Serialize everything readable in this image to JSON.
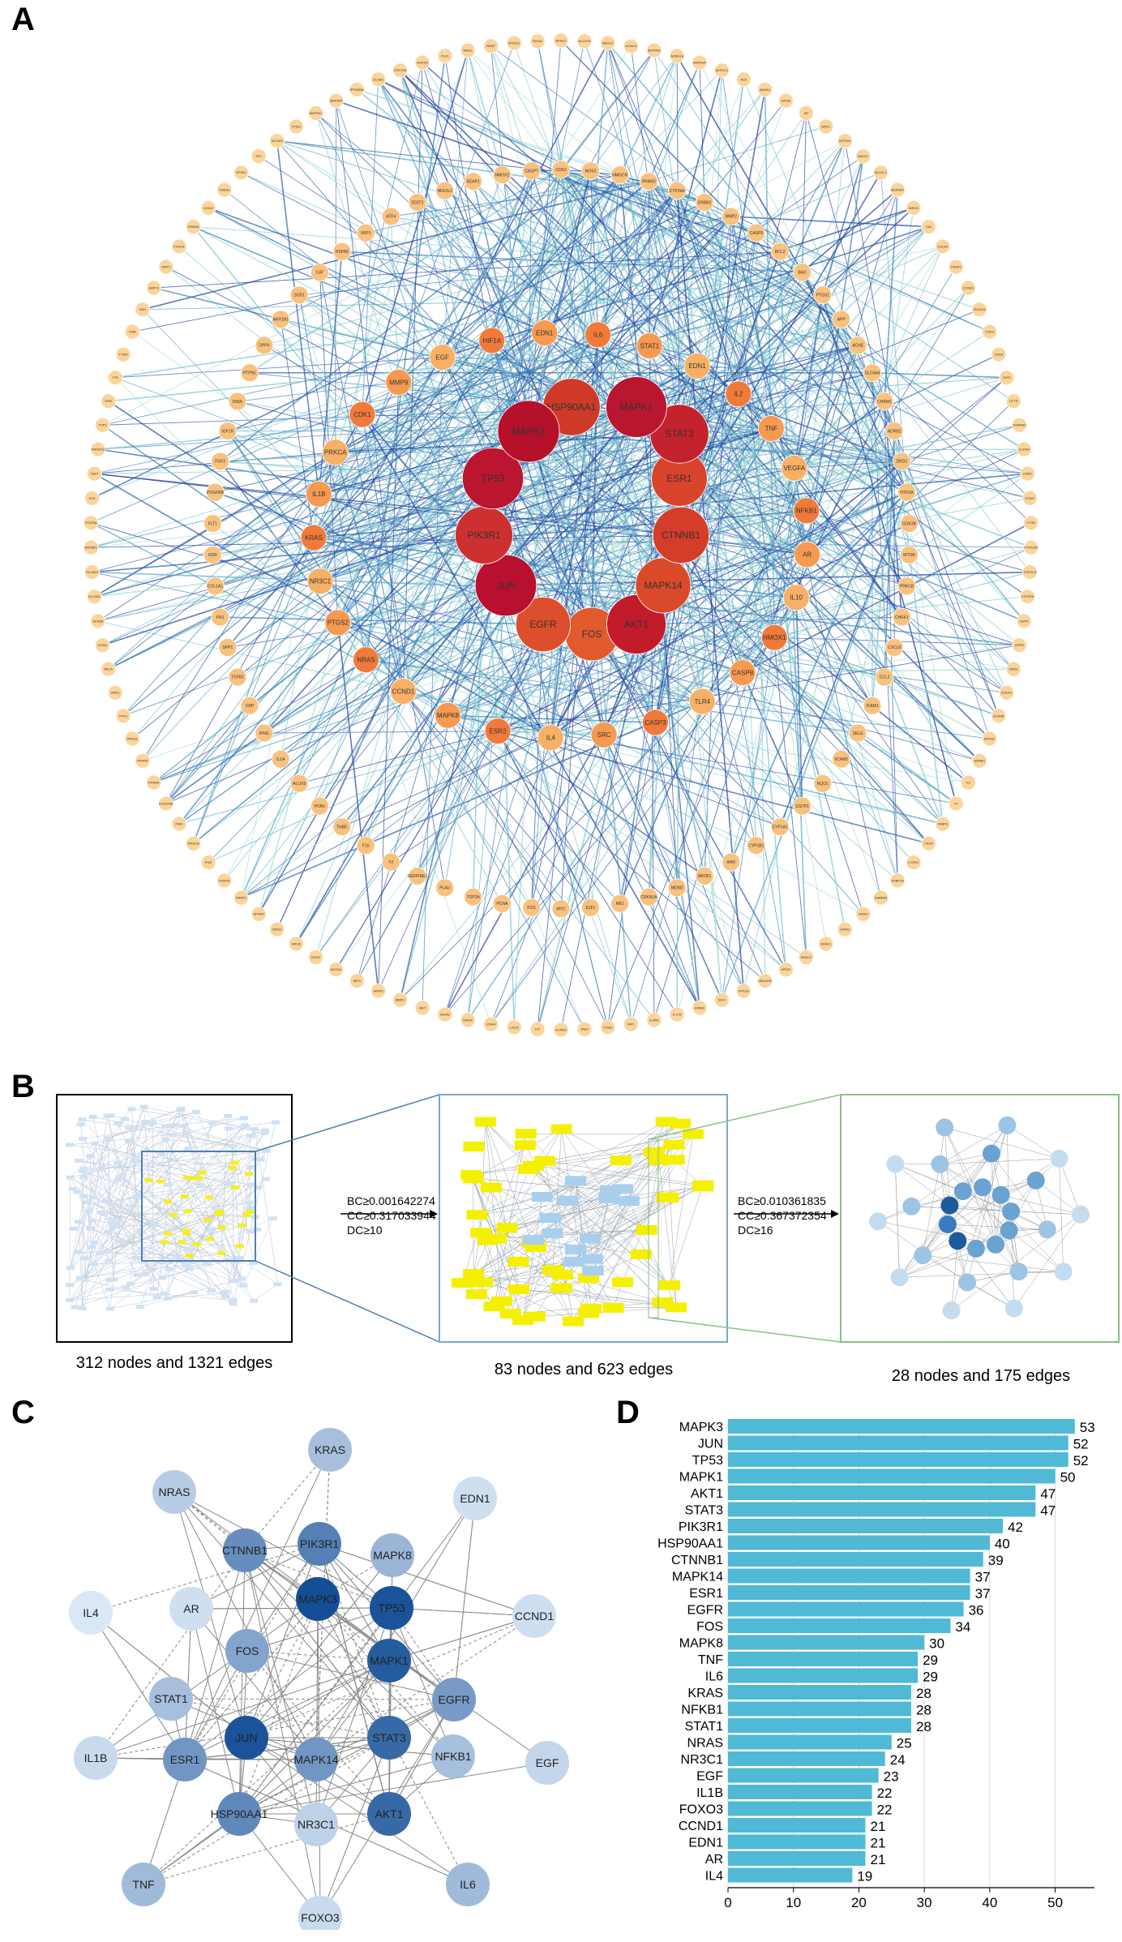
{
  "panels": {
    "a": {
      "letter": "A"
    },
    "b": {
      "letter": "B"
    },
    "c": {
      "letter": "C"
    },
    "d": {
      "letter": "D"
    }
  },
  "network_a": {
    "core_nodes": [
      {
        "label": "MAPK3",
        "level": 1.0,
        "color": "#b5112a"
      },
      {
        "label": "MAPK1",
        "level": 0.97,
        "color": "#b91630"
      },
      {
        "label": "HSP90AA1",
        "level": 0.85,
        "color": "#cf3a28"
      },
      {
        "label": "STAT3",
        "level": 0.9,
        "color": "#c4222c"
      },
      {
        "label": "TP53",
        "level": 0.98,
        "color": "#bb1530"
      },
      {
        "label": "ESR1",
        "level": 0.8,
        "color": "#d8442a"
      },
      {
        "label": "PIK3R1",
        "level": 0.86,
        "color": "#cc3030"
      },
      {
        "label": "CTNNB1",
        "level": 0.82,
        "color": "#d43d2a"
      },
      {
        "label": "JUN",
        "level": 0.99,
        "color": "#b8102e"
      },
      {
        "label": "MAPK14",
        "level": 0.78,
        "color": "#da4a2a"
      },
      {
        "label": "AKT1",
        "level": 0.92,
        "color": "#c21b2b"
      },
      {
        "label": "EGFR",
        "level": 0.76,
        "color": "#dc4e2c"
      },
      {
        "label": "FOS",
        "level": 0.72,
        "color": "#e05a2e"
      }
    ],
    "mid_nodes": [
      "IL6",
      "STAT1",
      "EDN1",
      "IL2",
      "TNF",
      "VEGFA",
      "NFKB1",
      "AR",
      "IL10",
      "HMOX1",
      "CASP8",
      "TLR4",
      "CASP3",
      "SRC",
      "IL4",
      "ESR2",
      "MAPK8",
      "CCND1",
      "NRAS",
      "PTGS2",
      "NR3C1",
      "KRAS",
      "IL1B",
      "PRKCA",
      "CDK1",
      "MMP9",
      "EGF",
      "HIF1A",
      "EDN1"
    ],
    "second_ring": [
      "CDK2",
      "NOS3",
      "HMGCR",
      "PPARG",
      "CYP3A4",
      "ERBB2",
      "MMP2",
      "CASP9",
      "BCL2",
      "BAX",
      "PTGS1",
      "APP",
      "ACHE",
      "SLC6A4",
      "CHRM1",
      "ADRB2",
      "DRD2",
      "HTR2A",
      "GSK3B",
      "MTOR",
      "PRKCB",
      "CHEK1",
      "CXCL8",
      "CCL2",
      "ICAM1",
      "SELE",
      "VCAM1",
      "NQO1",
      "GSTP1",
      "CYP1A1",
      "CYP1B1",
      "AHR",
      "ABCB1",
      "MDM2",
      "CDKN1A",
      "RB1",
      "E2F1",
      "MYC",
      "FOS",
      "PCNA",
      "TOP2A",
      "PLAU",
      "SERPINE1",
      "F2",
      "F10",
      "THBD",
      "PON1",
      "ALOX5",
      "IL1A",
      "IFNG",
      "CRP",
      "TGFB1",
      "SPP1",
      "FN1",
      "COL1A1",
      "KDR",
      "FLT1",
      "PDGFRB",
      "FGF2",
      "IGF1R",
      "INSR",
      "PTPN1",
      "DPP4",
      "AKR1B1",
      "SOD1",
      "CAT",
      "HSPA5",
      "XBP1",
      "ATF4",
      "DDIT3",
      "NFE2L2",
      "KEAP1",
      "HMOX2",
      "CASP7"
    ],
    "outer_ring": [
      "ADH1C",
      "ALOX15",
      "ABCG2",
      "ACACA",
      "ADORA1",
      "ADRA1A",
      "ADRA2A",
      "AKR1C1",
      "ALB",
      "ANXA1",
      "APOB",
      "AR",
      "ARG1",
      "ATP1A1",
      "BACE1",
      "BCL2L1",
      "BDKRB1",
      "BIRC5",
      "CA2",
      "CALM1",
      "CASP1",
      "CCNB1",
      "CD40LG",
      "CDK4",
      "CDK6",
      "CES1",
      "CFTR",
      "CHRNA7",
      "CLDN4",
      "CNR1",
      "COMT",
      "CTSD",
      "CYP19A1",
      "CYP2C9",
      "CYP2D6",
      "DHFR",
      "DPP8",
      "DRD1",
      "EGLN1",
      "ELANE",
      "EPHX2",
      "ERBB3",
      "F3",
      "F7",
      "FABP4",
      "FASN",
      "FGFR1",
      "FKBP1A",
      "GABRA1",
      "GRIA2",
      "GRIN1",
      "HDAC1",
      "HDAC2",
      "HPGD",
      "HSD11B1",
      "HTR1A",
      "IGF2",
      "IKBKB",
      "IL17A",
      "IL2RA",
      "IRF1",
      "ITGB1",
      "JAK2",
      "KCNH2",
      "KIT",
      "LDLR",
      "LTA4H",
      "MAOA",
      "MAOB",
      "MET",
      "MMP1",
      "MMP3",
      "MPO",
      "NCOA1",
      "NOS2",
      "NR1I2",
      "NR1I3",
      "OPRM1",
      "PARP1",
      "PDE4D",
      "PGR",
      "PIK3CA",
      "PIM1",
      "PLA2G4A",
      "PPARA",
      "PPARD",
      "PRSS1",
      "PTK2",
      "RAF1",
      "RELA",
      "RXRA",
      "SCN5A",
      "SLC2A1",
      "SLC6A3",
      "SRD5A1",
      "STAT5A",
      "SYK",
      "TERT",
      "TNFSF10",
      "TOP1",
      "TP63",
      "TTR",
      "TYMS",
      "VDR",
      "XDH",
      "ZAP70",
      "SIRT1",
      "FOXO1",
      "HSPA8",
      "CHUK",
      "CREB1",
      "EP300",
      "SP1",
      "NCOA3",
      "PTEN",
      "MAP2K1",
      "MAP3K5",
      "RPS6KB1",
      "CCNE1",
      "CDC25A",
      "AURKA",
      "PLK1",
      "WEE1",
      "BRAF",
      "ROCK1",
      "RHOA"
    ]
  },
  "flow_b": {
    "boxes": [
      {
        "caption": "312 nodes and 1321 edges"
      },
      {
        "caption": "83 nodes and 623 edges",
        "threshold_lines": [
          "BC≥0.001642274",
          "CC≥0.317033944",
          "DC≥10"
        ]
      },
      {
        "caption": "28 nodes and 175 edges",
        "threshold_lines": [
          "BC≥0.010361835",
          "CC≥0.367372354",
          "DC≥16"
        ]
      }
    ]
  },
  "network_c": {
    "nodes": [
      {
        "label": "KRAS",
        "degree": 28
      },
      {
        "label": "NRAS",
        "degree": 25
      },
      {
        "label": "EDN1",
        "degree": 21
      },
      {
        "label": "PIK3R1",
        "degree": 42
      },
      {
        "label": "CTNNB1",
        "degree": 39
      },
      {
        "label": "MAPK8",
        "degree": 30
      },
      {
        "label": "MAPK3",
        "degree": 53
      },
      {
        "label": "TP53",
        "degree": 52
      },
      {
        "label": "AR",
        "degree": 21
      },
      {
        "label": "IL4",
        "degree": 19
      },
      {
        "label": "CCND1",
        "degree": 21
      },
      {
        "label": "FOS",
        "degree": 34
      },
      {
        "label": "MAPK1",
        "degree": 50
      },
      {
        "label": "STAT1",
        "degree": 28
      },
      {
        "label": "EGFR",
        "degree": 36
      },
      {
        "label": "JUN",
        "degree": 52
      },
      {
        "label": "STAT3",
        "degree": 47
      },
      {
        "label": "IL1B",
        "degree": 22
      },
      {
        "label": "ESR1",
        "degree": 37
      },
      {
        "label": "MAPK14",
        "degree": 37
      },
      {
        "label": "NFKB1",
        "degree": 28
      },
      {
        "label": "EGF",
        "degree": 23
      },
      {
        "label": "HSP90AA1",
        "degree": 40
      },
      {
        "label": "AKT1",
        "degree": 47
      },
      {
        "label": "NR3C1",
        "degree": 24
      },
      {
        "label": "TNF",
        "degree": 29
      },
      {
        "label": "IL6",
        "degree": 29
      },
      {
        "label": "FOXO3",
        "degree": 22
      }
    ]
  },
  "chart_data": {
    "type": "bar",
    "orientation": "horizontal",
    "categories": [
      "MAPK3",
      "JUN",
      "TP53",
      "MAPK1",
      "AKT1",
      "STAT3",
      "PIK3R1",
      "HSP90AA1",
      "CTNNB1",
      "MAPK14",
      "ESR1",
      "EGFR",
      "FOS",
      "MAPK8",
      "TNF",
      "IL6",
      "KRAS",
      "NFKB1",
      "STAT1",
      "NRAS",
      "NR3C1",
      "EGF",
      "IL1B",
      "FOXO3",
      "CCND1",
      "EDN1",
      "AR",
      "IL4"
    ],
    "values": [
      53,
      52,
      52,
      50,
      47,
      47,
      42,
      40,
      39,
      37,
      37,
      36,
      34,
      30,
      29,
      29,
      28,
      28,
      28,
      25,
      24,
      23,
      22,
      22,
      21,
      21,
      21,
      19
    ],
    "xlim": [
      0,
      56
    ],
    "xticks": [
      "0",
      "10",
      "20",
      "30",
      "40",
      "50"
    ],
    "bar_color": "#4fb9d6",
    "grid": "vertical",
    "title": "",
    "xlabel": "",
    "ylabel": ""
  }
}
